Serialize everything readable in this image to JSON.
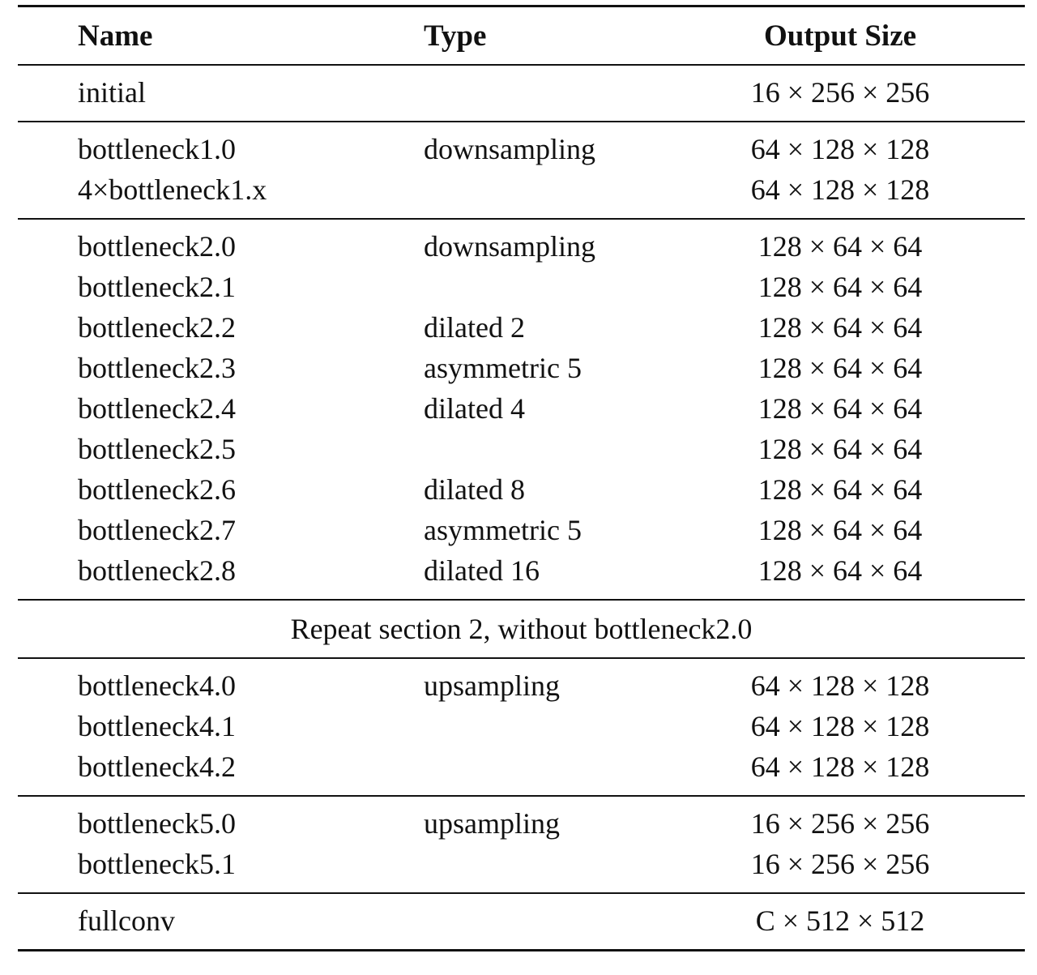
{
  "table": {
    "headers": {
      "name": "Name",
      "type": "Type",
      "output": "Output Size"
    },
    "sections": [
      {
        "rows": [
          {
            "name": "initial",
            "type": "",
            "output": "16 × 256 × 256"
          }
        ]
      },
      {
        "rows": [
          {
            "name": "bottleneck1.0",
            "type": "downsampling",
            "output": "64 × 128 × 128"
          },
          {
            "name": "4×bottleneck1.x",
            "type": "",
            "output": "64 × 128 × 128"
          }
        ]
      },
      {
        "rows": [
          {
            "name": "bottleneck2.0",
            "type": "downsampling",
            "output": "128 × 64 × 64"
          },
          {
            "name": "bottleneck2.1",
            "type": "",
            "output": "128 × 64 × 64"
          },
          {
            "name": "bottleneck2.2",
            "type": "dilated 2",
            "output": "128 × 64 × 64"
          },
          {
            "name": "bottleneck2.3",
            "type": "asymmetric 5",
            "output": "128 × 64 × 64"
          },
          {
            "name": "bottleneck2.4",
            "type": "dilated 4",
            "output": "128 × 64 × 64"
          },
          {
            "name": "bottleneck2.5",
            "type": "",
            "output": "128 × 64 × 64"
          },
          {
            "name": "bottleneck2.6",
            "type": "dilated 8",
            "output": "128 × 64 × 64"
          },
          {
            "name": "bottleneck2.7",
            "type": "asymmetric 5",
            "output": "128 × 64 × 64"
          },
          {
            "name": "bottleneck2.8",
            "type": "dilated 16",
            "output": "128 × 64 × 64"
          }
        ]
      },
      {
        "span": "Repeat section 2, without bottleneck2.0"
      },
      {
        "rows": [
          {
            "name": "bottleneck4.0",
            "type": "upsampling",
            "output": "64 × 128 × 128"
          },
          {
            "name": "bottleneck4.1",
            "type": "",
            "output": "64 × 128 × 128"
          },
          {
            "name": "bottleneck4.2",
            "type": "",
            "output": "64 × 128 × 128"
          }
        ]
      },
      {
        "rows": [
          {
            "name": "bottleneck5.0",
            "type": "upsampling",
            "output": "16 × 256 × 256"
          },
          {
            "name": "bottleneck5.1",
            "type": "",
            "output": "16 × 256 × 256"
          }
        ]
      },
      {
        "rows": [
          {
            "name": "fullconv",
            "type": "",
            "output": "C × 512 × 512"
          }
        ]
      }
    ]
  }
}
